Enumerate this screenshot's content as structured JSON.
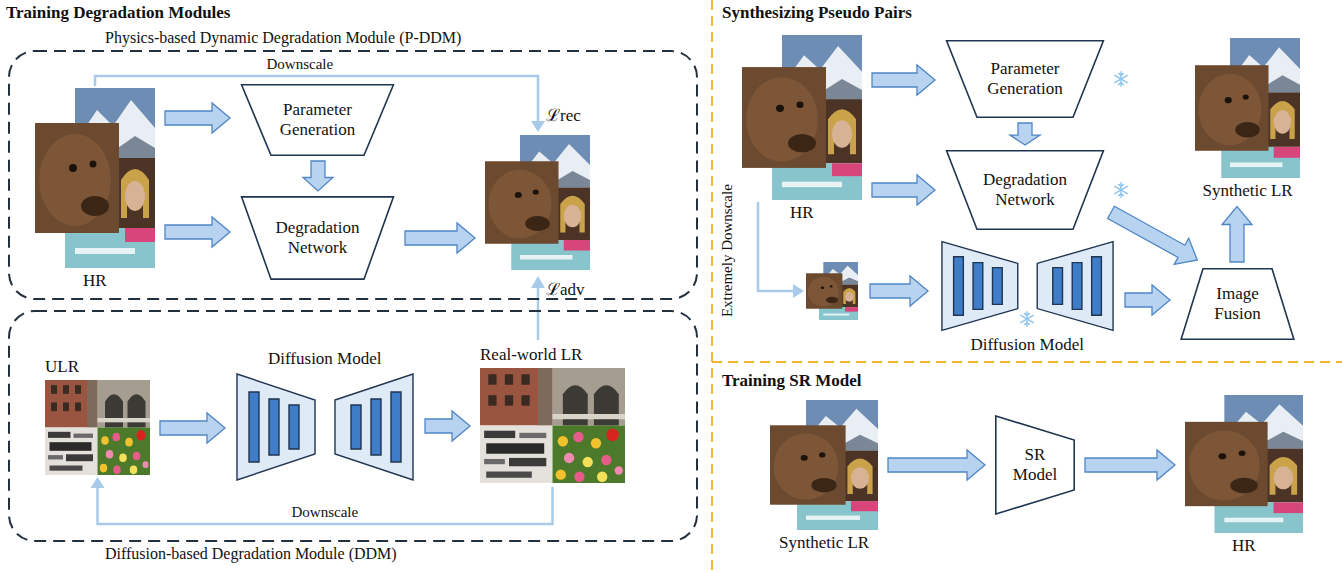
{
  "diagram": {
    "nodes": [
      {
        "text": [
          "Physics-based Dynamic Degradation Module (P-DDM)"
        ]
      },
      {
        "text": [
          "HR"
        ],
        "in": 0
      },
      {
        "text": [
          "Parameter Generation"
        ],
        "in": 0
      },
      {
        "text": [
          "Degradation Network"
        ],
        "in": 0
      },
      {
        "text": [
          "Diffusion-based Degradation Module (DDM)"
        ]
      },
      {
        "text": [
          "ULR"
        ],
        "in": 4
      },
      {
        "text": [
          "Diffusion Model"
        ],
        "in": 4
      },
      {
        "text": [
          "Real-world LR"
        ],
        "in": 4
      },
      {
        "text": [
          "HR"
        ]
      },
      {
        "text": [
          "Parameter Generation"
        ]
      },
      {
        "text": [
          "Degradation Network"
        ]
      },
      {
        "text": [
          "Diffusion Model"
        ]
      },
      {
        "text": [
          "Image Fusion"
        ]
      },
      {
        "text": [
          "Synthetic LR"
        ]
      },
      {
        "text": [
          "Synthetic LR"
        ]
      },
      {
        "text": [
          "SR Model"
        ]
      },
      {
        "text": [
          "HR"
        ]
      }
    ],
    "edges": [
      {
        "from": 1,
        "to": 2,
        "arrow": "to"
      },
      {
        "from": 1,
        "to": 3,
        "arrow": "to"
      },
      {
        "from": 2,
        "to": 3,
        "arrow": "to"
      },
      {
        "from": 5,
        "to": 6,
        "arrow": "to"
      },
      {
        "from": 6,
        "to": 7,
        "arrow": "to"
      },
      {
        "from": 7,
        "to": 5,
        "label": "Downscale",
        "arrow": "to"
      },
      {
        "from": 8,
        "to": 9,
        "arrow": "to"
      },
      {
        "from": 8,
        "to": 10,
        "arrow": "to"
      },
      {
        "from": 9,
        "to": 10,
        "arrow": "to"
      },
      {
        "from": 10,
        "to": 12,
        "arrow": "to"
      },
      {
        "from": 11,
        "to": 12,
        "arrow": "to"
      },
      {
        "from": 12,
        "to": 13,
        "arrow": "to"
      },
      {
        "from": 14,
        "to": 15,
        "arrow": "to"
      },
      {
        "from": 15,
        "to": 16,
        "arrow": "to"
      }
    ],
    "labels": [
      "Training Degradation Modules",
      "Downscale",
      "ℒrec",
      "ℒadv",
      "Synthesizing Pseudo Pairs",
      "Extremely Downscale",
      "Training SR Model"
    ]
  }
}
